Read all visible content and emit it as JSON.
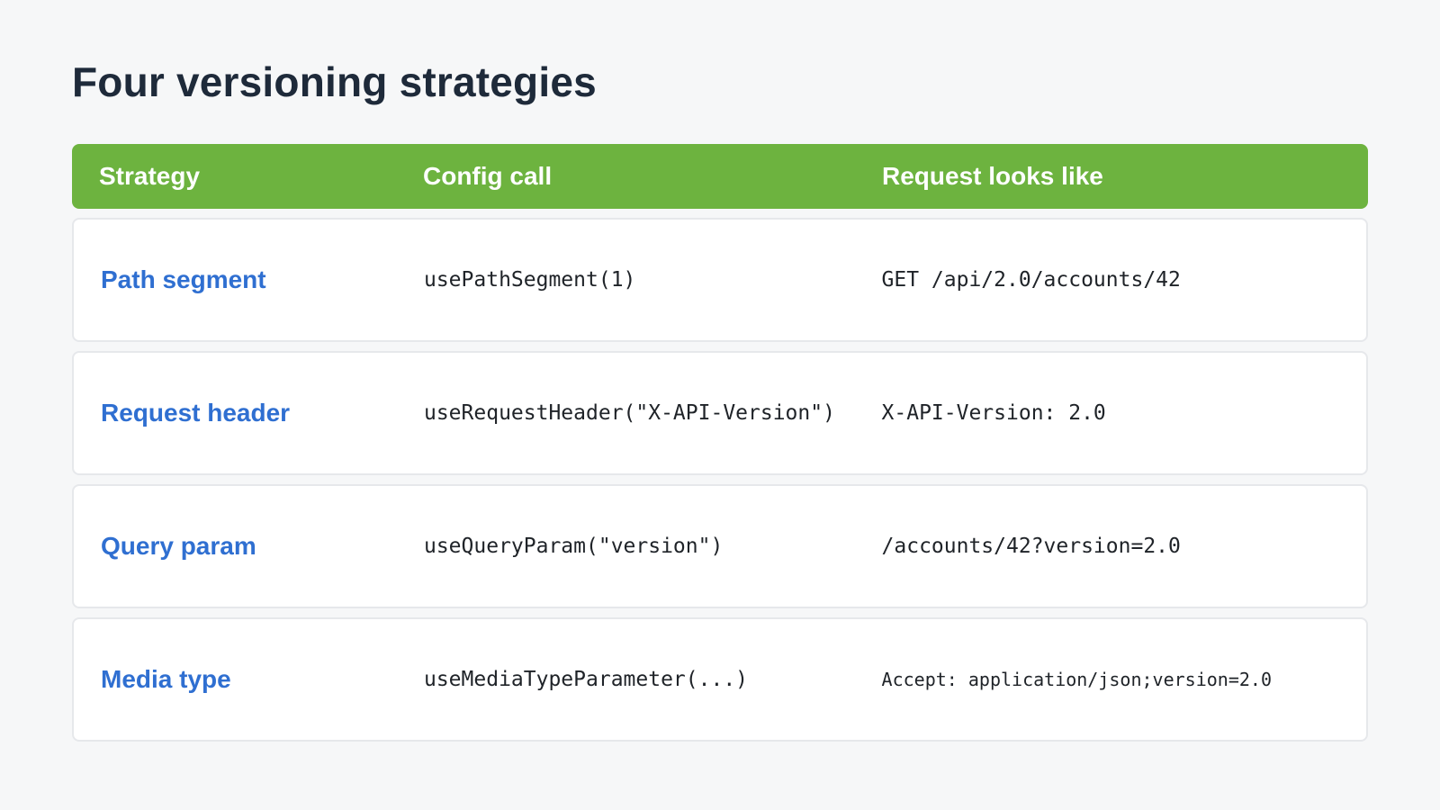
{
  "page": {
    "title": "Four versioning strategies"
  },
  "table": {
    "headers": {
      "strategy": "Strategy",
      "config_call": "Config call",
      "request": "Request looks like"
    },
    "rows": [
      {
        "strategy": "Path segment",
        "config_call": "usePathSegment(1)",
        "request": "GET /api/2.0/accounts/42"
      },
      {
        "strategy": "Request header",
        "config_call": "useRequestHeader(\"X-API-Version\")",
        "request": "X-API-Version: 2.0"
      },
      {
        "strategy": "Query param",
        "config_call": "useQueryParam(\"version\")",
        "request": "/accounts/42?version=2.0"
      },
      {
        "strategy": "Media type",
        "config_call": "useMediaTypeParameter(...)",
        "request": "Accept: application/json;version=2.0"
      }
    ]
  },
  "colors": {
    "header_bg": "#6db33f",
    "link": "#2f6fd1",
    "title": "#1e2a3a",
    "page_bg": "#f6f7f8"
  }
}
